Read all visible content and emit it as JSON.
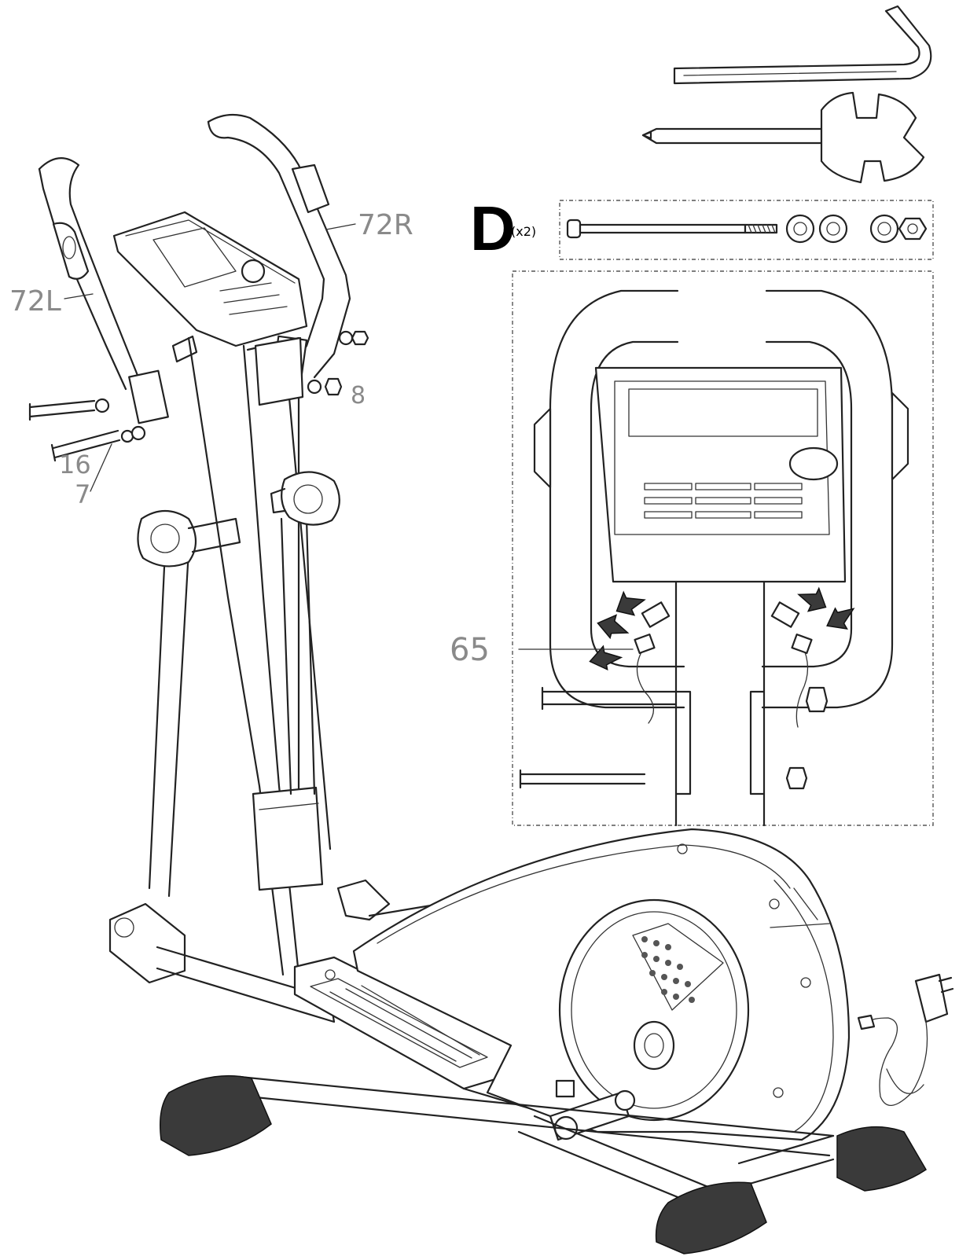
{
  "labels": {
    "handle_left": "72L",
    "handle_right": "72R",
    "bolt": "16",
    "washer": "7",
    "nut": "8",
    "cable": "65"
  },
  "hardware": {
    "letter": "D",
    "quantity": "(x2)"
  },
  "colors": {
    "line": "#222222",
    "label": "#8a8a8a",
    "dark_fill": "#3a3a3a"
  },
  "icons": [
    "allen-key-icon",
    "wrench-screwdriver-icon",
    "arrow-icon",
    "power-adapter-icon"
  ]
}
